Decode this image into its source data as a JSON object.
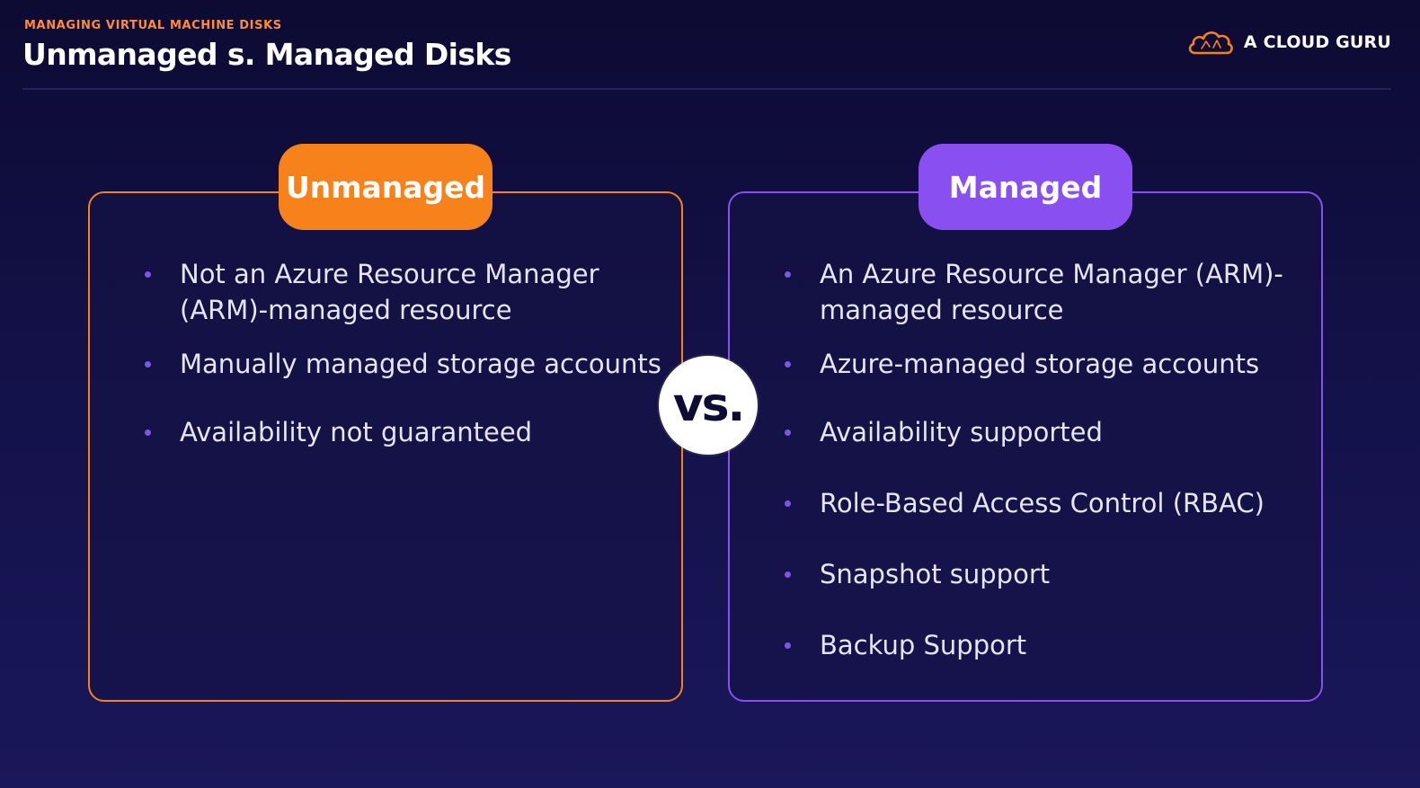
{
  "header": {
    "eyebrow": "MANAGING VIRTUAL MACHINE DISKS",
    "title": "Unmanaged s. Managed Disks",
    "brand": "A CLOUD GURU"
  },
  "colors": {
    "unmanaged_accent": "#f7821b",
    "managed_accent": "#8a4ff0",
    "bullet": "#7d55ea",
    "eyebrow": "#ff8a3c"
  },
  "vs_label": "vs.",
  "unmanaged": {
    "label": "Unmanaged",
    "items": [
      "Not an Azure Resource Manager (ARM)-managed resource",
      "Manually managed storage accounts",
      "Availability not guaranteed"
    ]
  },
  "managed": {
    "label": "Managed",
    "items": [
      "An Azure Resource Manager (ARM)-managed resource",
      "Azure-managed storage accounts",
      "Availability supported",
      "Role-Based Access Control (RBAC)",
      "Snapshot support",
      "Backup Support"
    ]
  }
}
